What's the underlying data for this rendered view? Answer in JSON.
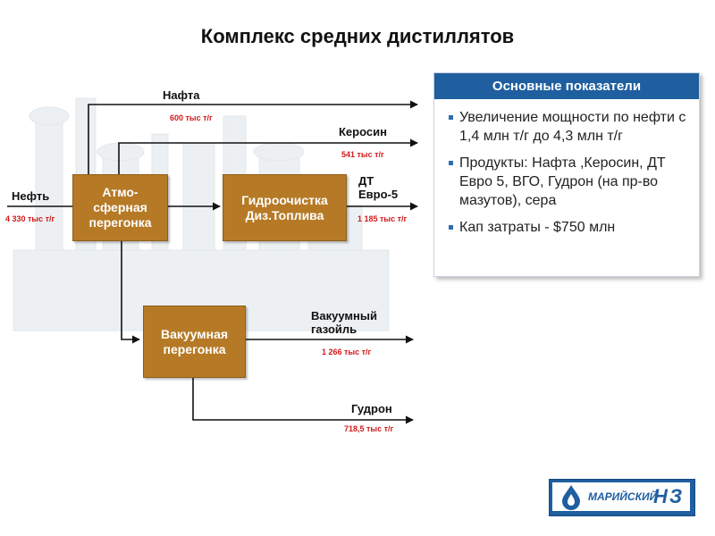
{
  "title": "Комплекс средних дистиллятов",
  "colors": {
    "box": "#b67a26",
    "value": "#d21a1a",
    "panel_header": "#1f5fa0",
    "bullet": "#2b6cb3"
  },
  "diagram": {
    "boxes": {
      "atmo": "Атмо-\nсферная\nперегонка",
      "hydro": "Гидроочистка\nДиз.Топлива",
      "vacuum": "Вакуумная\nперегонка"
    },
    "input": {
      "label": "Нефть",
      "value": "4 330 тыс т/г"
    },
    "outputs": {
      "nafta": {
        "label": "Нафта",
        "value": "600 тыс т/г"
      },
      "kerosene": {
        "label": "Керосин",
        "value": "541 тыс т/г"
      },
      "diesel": {
        "label": "ДТ\nЕвро-5",
        "value": "1 185 тыс т/г"
      },
      "vgo": {
        "label": "Вакуумный\nгазойль",
        "value": "1 266 тыс т/г"
      },
      "gudron": {
        "label": "Гудрон",
        "value": "718,5 тыс т/г"
      }
    }
  },
  "panel": {
    "header": "Основные показатели",
    "items": [
      "Увеличение мощности по нефти с 1,4 млн т/г до 4,3 млн т/г",
      "Продукты: Нафта ,Керосин, ДТ Евро 5, ВГО, Гудрон (на пр-во мазутов), сера",
      "Кап затраты - $750 млн"
    ]
  },
  "logo": {
    "text": "МАРИЙСКИЙ",
    "mark_n": "Н",
    "mark_z": "З",
    "icon": "drop-flame-icon"
  }
}
